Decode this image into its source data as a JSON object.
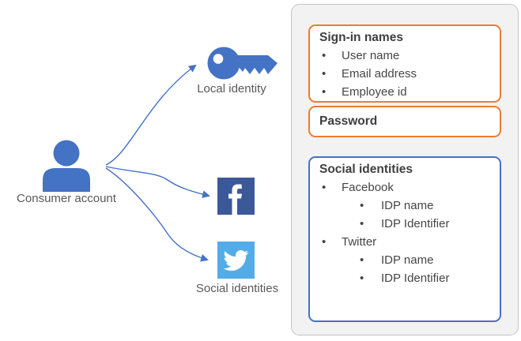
{
  "colors": {
    "accent_blue": "#4472C4",
    "facebook_blue": "#3B5998",
    "twitter_blue": "#53ACE8",
    "orange_border": "#ED7D31",
    "panel_background": "#F2F2F2",
    "panel_border": "#C3C3C3",
    "heading_text": "#3F3F3F",
    "label_text": "#595959"
  },
  "diagram": {
    "consumer_account_label": "Consumer account",
    "local_identity_label": "Local identity",
    "social_identities_label": "Social identities",
    "icons": [
      "person-icon",
      "key-icon",
      "facebook-icon",
      "twitter-icon",
      "arrow-connectors"
    ]
  },
  "panel": {
    "sign_in": {
      "title": "Sign-in names",
      "items": [
        "User name",
        "Email address",
        "Employee id"
      ]
    },
    "password": {
      "title": "Password"
    },
    "social": {
      "title": "Social identities",
      "providers": [
        {
          "name": "Facebook",
          "attributes": [
            "IDP name",
            "IDP Identifier"
          ]
        },
        {
          "name": "Twitter",
          "attributes": [
            "IDP name",
            "IDP Identifier"
          ]
        }
      ]
    }
  }
}
